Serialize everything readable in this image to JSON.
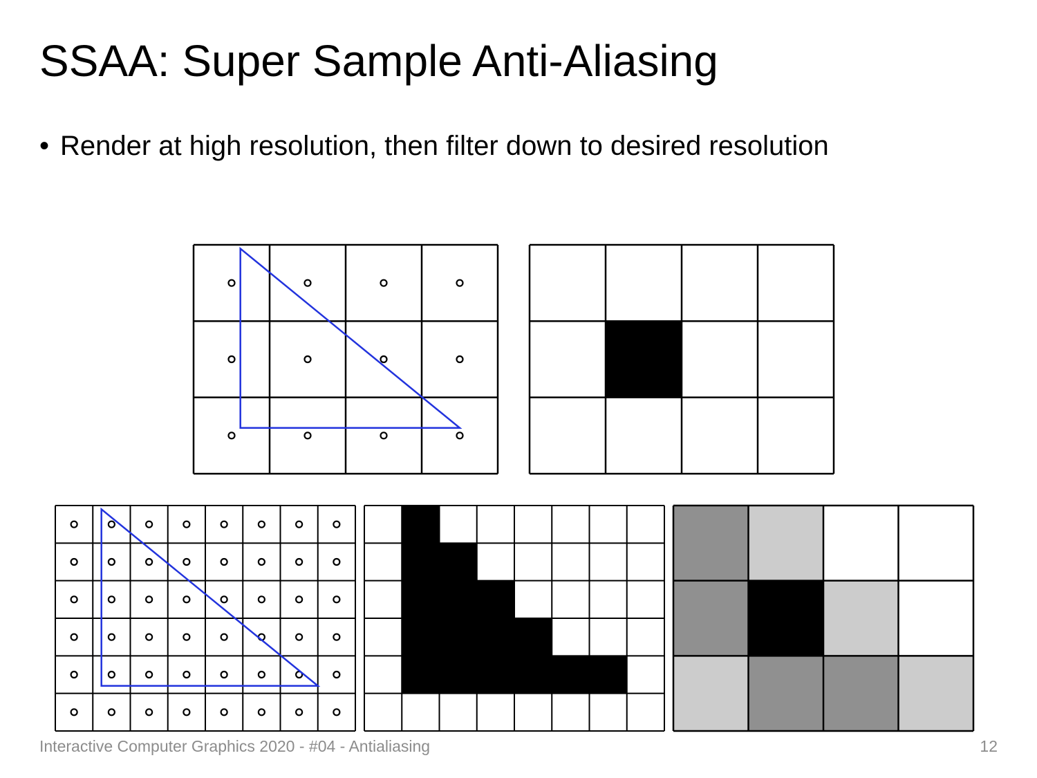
{
  "slide": {
    "title": "SSAA: Super Sample Anti-Aliasing",
    "bullet": "Render at high resolution, then filter down to desired resolution",
    "footer": "Interactive Computer Graphics 2020 - #04 - Antialiasing",
    "page_number": "12"
  },
  "colors": {
    "triangle": "#2233dd",
    "grid_line": "#000000",
    "filled": "#000000",
    "empty": "#ffffff",
    "gray_dark": "#909090",
    "gray_light": "#cccccc"
  },
  "triangle": {
    "vertices": [
      [
        0.615,
        0.05
      ],
      [
        0.615,
        2.4
      ],
      [
        3.5,
        2.4
      ]
    ]
  },
  "grids": [
    {
      "name": "low-res-samples-grid",
      "cols": 4,
      "rows": 3,
      "samples": true,
      "triangle": true,
      "fills": [
        [
          "empty",
          "empty",
          "empty",
          "empty"
        ],
        [
          "empty",
          "empty",
          "empty",
          "empty"
        ],
        [
          "empty",
          "empty",
          "empty",
          "empty"
        ]
      ]
    },
    {
      "name": "low-res-raster-grid",
      "cols": 4,
      "rows": 3,
      "samples": false,
      "triangle": false,
      "fills": [
        [
          "empty",
          "empty",
          "empty",
          "empty"
        ],
        [
          "empty",
          "filled",
          "empty",
          "empty"
        ],
        [
          "empty",
          "empty",
          "empty",
          "empty"
        ]
      ]
    },
    {
      "name": "high-res-samples-grid",
      "cols": 8,
      "rows": 6,
      "samples": true,
      "triangle": true,
      "fills": [
        [
          "empty",
          "empty",
          "empty",
          "empty",
          "empty",
          "empty",
          "empty",
          "empty"
        ],
        [
          "empty",
          "empty",
          "empty",
          "empty",
          "empty",
          "empty",
          "empty",
          "empty"
        ],
        [
          "empty",
          "empty",
          "empty",
          "empty",
          "empty",
          "empty",
          "empty",
          "empty"
        ],
        [
          "empty",
          "empty",
          "empty",
          "empty",
          "empty",
          "empty",
          "empty",
          "empty"
        ],
        [
          "empty",
          "empty",
          "empty",
          "empty",
          "empty",
          "empty",
          "empty",
          "empty"
        ],
        [
          "empty",
          "empty",
          "empty",
          "empty",
          "empty",
          "empty",
          "empty",
          "empty"
        ]
      ]
    },
    {
      "name": "high-res-raster-grid",
      "cols": 8,
      "rows": 6,
      "samples": false,
      "triangle": false,
      "fills": [
        [
          "empty",
          "filled",
          "empty",
          "empty",
          "empty",
          "empty",
          "empty",
          "empty"
        ],
        [
          "empty",
          "filled",
          "filled",
          "empty",
          "empty",
          "empty",
          "empty",
          "empty"
        ],
        [
          "empty",
          "filled",
          "filled",
          "filled",
          "empty",
          "empty",
          "empty",
          "empty"
        ],
        [
          "empty",
          "filled",
          "filled",
          "filled",
          "filled",
          "empty",
          "empty",
          "empty"
        ],
        [
          "empty",
          "filled",
          "filled",
          "filled",
          "filled",
          "filled",
          "filled",
          "empty"
        ],
        [
          "empty",
          "empty",
          "empty",
          "empty",
          "empty",
          "empty",
          "empty",
          "empty"
        ]
      ]
    },
    {
      "name": "downsampled-result-grid",
      "cols": 4,
      "rows": 3,
      "samples": false,
      "triangle": false,
      "fills": [
        [
          "gray_dark",
          "gray_light",
          "empty",
          "empty"
        ],
        [
          "gray_dark",
          "filled",
          "gray_light",
          "empty"
        ],
        [
          "gray_light",
          "gray_dark",
          "gray_dark",
          "gray_light"
        ]
      ]
    }
  ]
}
